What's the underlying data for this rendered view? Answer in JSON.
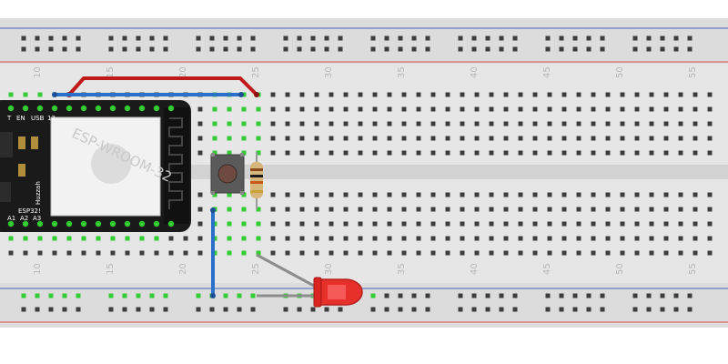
{
  "breadboard": {
    "column_numbers_top": [
      "10",
      "15",
      "20",
      "25",
      "30",
      "35",
      "40",
      "45",
      "50",
      "55"
    ],
    "column_numbers_bottom": [
      "10",
      "15",
      "20",
      "25",
      "30",
      "35",
      "40",
      "45",
      "50",
      "55"
    ]
  },
  "board": {
    "name": "ESP32 Feather (Huzzah32)",
    "module_text": "ESP-WROOM-32",
    "top_pin_labels": [
      "T",
      "EN",
      "USB",
      "13"
    ],
    "bottom_pin_labels": [
      "A1",
      "A2",
      "A3"
    ],
    "side_text_1": "Huzzah",
    "side_text_2": "ESP32!"
  },
  "components": {
    "pushbutton": "pushbutton",
    "resistor": "resistor",
    "led": "red-led",
    "led_color": "#e8302b"
  },
  "colors": {
    "wire_red": "#c0191a",
    "wire_blue": "#2a6fc9",
    "wire_gray": "#8c8c8c",
    "rail_red": "#d94c4c",
    "rail_blue": "#4466c4",
    "board_body": "#1a1a1a"
  }
}
